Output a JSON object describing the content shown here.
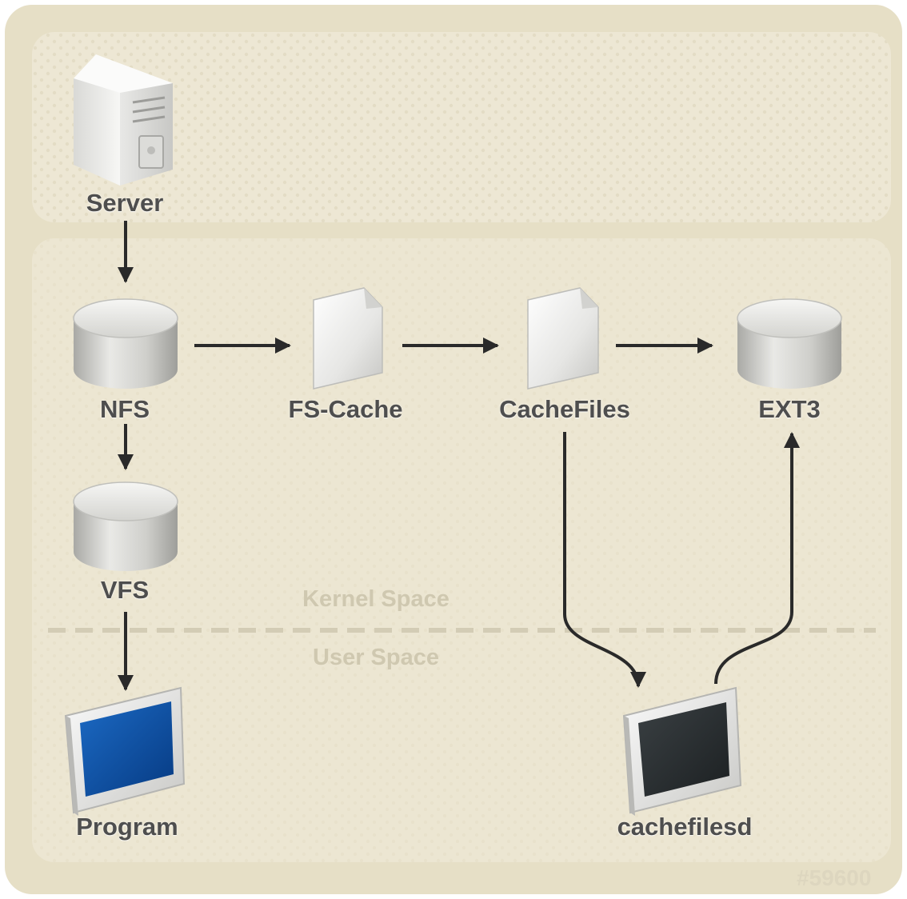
{
  "colors": {
    "frame": "#e4ddc4",
    "panel": "#ede7d3",
    "label_text": "#4e4e4e",
    "space_text": "#cfc8b0",
    "arrow": "#2a2a2a",
    "program_screen": "#0a4ea6",
    "daemon_screen": "#252a2c"
  },
  "nodes": {
    "server": {
      "label": "Server",
      "icon": "server-tower-icon"
    },
    "nfs": {
      "label": "NFS",
      "icon": "database-cylinder-icon"
    },
    "vfs": {
      "label": "VFS",
      "icon": "database-cylinder-icon"
    },
    "program": {
      "label": "Program",
      "icon": "monitor-icon"
    },
    "fscache": {
      "label": "FS-Cache",
      "icon": "document-icon"
    },
    "cachefiles": {
      "label": "CacheFiles",
      "icon": "document-icon"
    },
    "ext3": {
      "label": "EXT3",
      "icon": "database-cylinder-icon"
    },
    "cachefilesd": {
      "label": "cachefilesd",
      "icon": "monitor-icon"
    }
  },
  "regions": {
    "kernel_space": "Kernel Space",
    "user_space": "User Space"
  },
  "edges": [
    {
      "from": "server",
      "to": "nfs"
    },
    {
      "from": "nfs",
      "to": "vfs"
    },
    {
      "from": "vfs",
      "to": "program"
    },
    {
      "from": "nfs",
      "to": "fscache"
    },
    {
      "from": "fscache",
      "to": "cachefiles"
    },
    {
      "from": "cachefiles",
      "to": "ext3"
    },
    {
      "from": "cachefiles",
      "to": "cachefilesd"
    },
    {
      "from": "cachefilesd",
      "to": "ext3"
    }
  ],
  "figure_id": "#59600"
}
